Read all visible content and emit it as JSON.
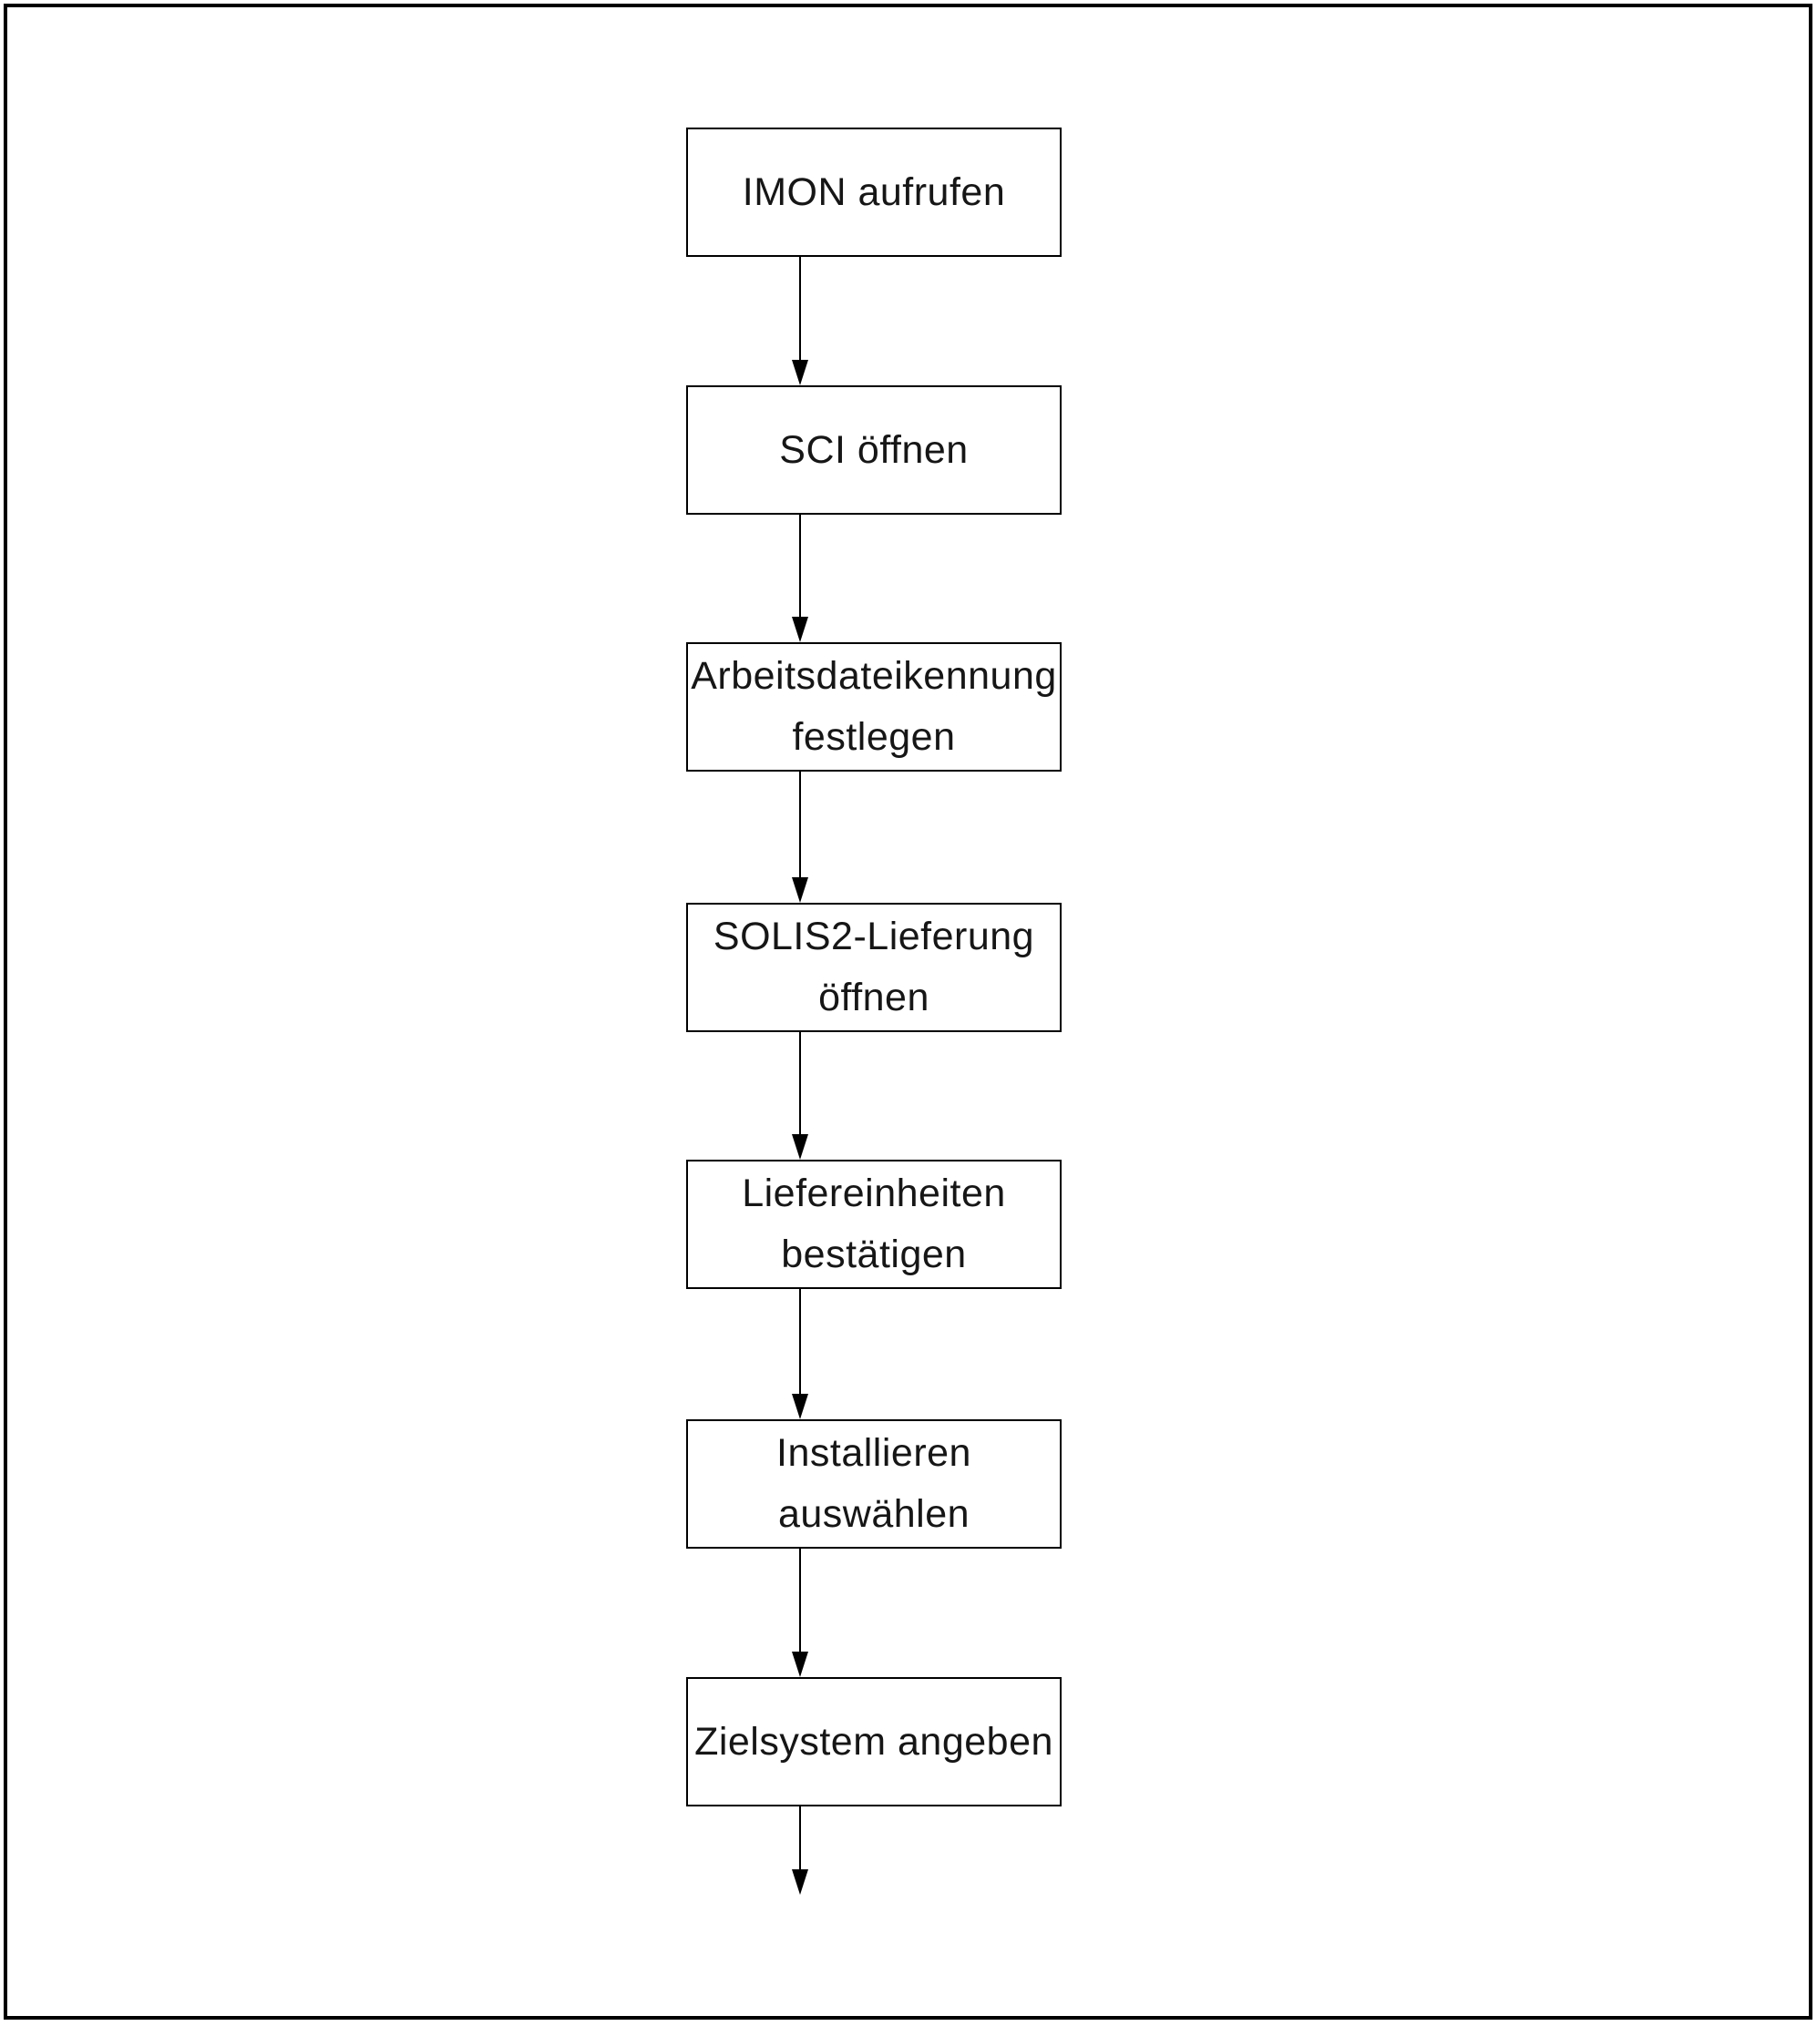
{
  "diagram": {
    "type": "flowchart",
    "direction": "top-down",
    "nodes": [
      {
        "id": "step-1",
        "label": "IMON aufrufen"
      },
      {
        "id": "step-2",
        "label": "SCI öffnen"
      },
      {
        "id": "step-3",
        "label": "Arbeitsdateikennung\nfestlegen"
      },
      {
        "id": "step-4",
        "label": "SOLIS2-Lieferung\nöffnen"
      },
      {
        "id": "step-5",
        "label": "Liefereinheiten\nbestätigen"
      },
      {
        "id": "step-6",
        "label": "Installieren\nauswählen"
      },
      {
        "id": "step-7",
        "label": "Zielsystem angeben"
      }
    ],
    "connections": [
      {
        "from": "step-1",
        "to": "step-2"
      },
      {
        "from": "step-2",
        "to": "step-3"
      },
      {
        "from": "step-3",
        "to": "step-4"
      },
      {
        "from": "step-4",
        "to": "step-5"
      },
      {
        "from": "step-5",
        "to": "step-6"
      },
      {
        "from": "step-6",
        "to": "step-7"
      },
      {
        "from": "step-7",
        "to": "continuation-below"
      }
    ],
    "colors": {
      "background": "#ffffff",
      "box_border": "#000000",
      "text": "#161616",
      "arrow": "#000000"
    }
  }
}
